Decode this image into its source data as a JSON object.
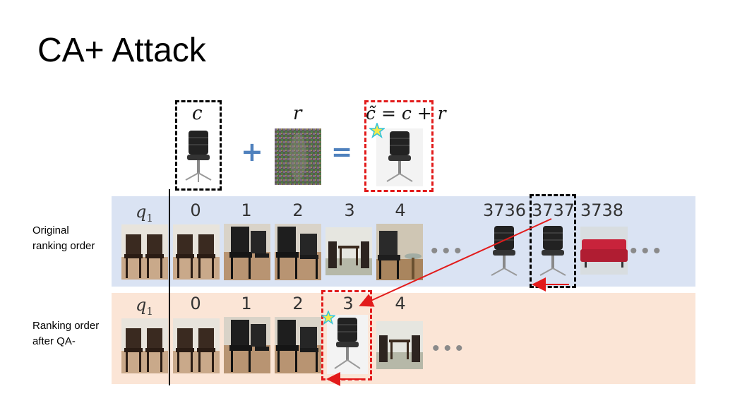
{
  "slide": {
    "title": "CA+ Attack"
  },
  "formula": {
    "c_label": "c",
    "r_label": "r",
    "ctilde_label": "c̃ = c + r",
    "plus": "+",
    "equals": "="
  },
  "rows": {
    "original": {
      "label_line1": "Original",
      "label_line2": "ranking order",
      "query_label": "q",
      "query_sub": "1",
      "ranks": [
        "0",
        "1",
        "2",
        "3",
        "4"
      ],
      "tail_ranks": [
        "3736",
        "3737",
        "3738"
      ]
    },
    "after": {
      "label_line1": "Ranking order",
      "label_line2": "after QA-",
      "query_label": "q",
      "query_sub": "1",
      "ranks": [
        "0",
        "1",
        "2",
        "3",
        "4"
      ]
    }
  },
  "colors": {
    "band_original": "#dae3f3",
    "band_after": "#fbe5d6",
    "operator": "#4f81bd",
    "arrow": "#e21b1b",
    "star": "#f5e94a"
  },
  "icons": [
    "chair-icon",
    "noise-icon",
    "star-icon",
    "sofa-icon",
    "table-icon"
  ]
}
